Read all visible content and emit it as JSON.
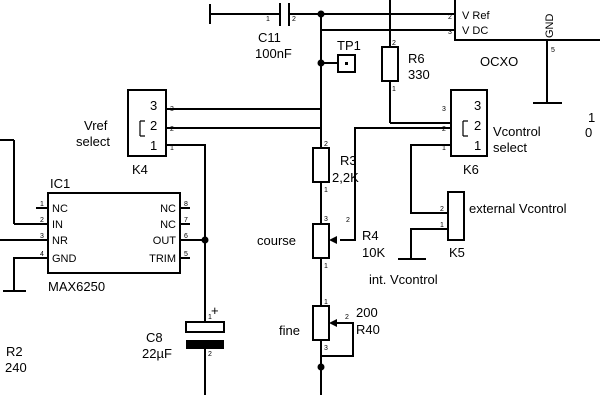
{
  "c11": {
    "ref": "C11",
    "value": "100nF",
    "pin1": "1",
    "pin2": "2"
  },
  "tp1": {
    "ref": "TP1"
  },
  "r6": {
    "ref": "R6",
    "value": "330",
    "pin1": "1",
    "pin2": "2"
  },
  "ocxo": {
    "ref": "OCXO",
    "pin_vref": "V Ref",
    "pin_vdc": "V DC",
    "pin_gnd": "GND",
    "pin2": "2",
    "pin3": "3",
    "pin5": "5"
  },
  "k4": {
    "ref": "K4",
    "label_line1": "Vref",
    "label_line2": "select",
    "pin1": "1",
    "pin2": "2",
    "pin3": "3"
  },
  "k6": {
    "ref": "K6",
    "label_line1": "Vcontrol",
    "label_line2": "select",
    "pin1": "1",
    "pin2": "2",
    "pin3": "3"
  },
  "ic1": {
    "ref": "IC1",
    "part": "MAX6250",
    "left_pins": [
      {
        "num": "1",
        "name": "NC"
      },
      {
        "num": "2",
        "name": "IN"
      },
      {
        "num": "3",
        "name": "NR"
      },
      {
        "num": "4",
        "name": "GND"
      }
    ],
    "right_pins": [
      {
        "num": "8",
        "name": "NC"
      },
      {
        "num": "7",
        "name": "NC"
      },
      {
        "num": "6",
        "name": "OUT"
      },
      {
        "num": "5",
        "name": "TRIM"
      }
    ]
  },
  "r3": {
    "ref": "R3",
    "value": "2,2K",
    "pin1": "1",
    "pin2": "2"
  },
  "r4": {
    "ref": "R4",
    "value": "10K",
    "label": "course",
    "pin1": "1",
    "pin2": "2",
    "pin3": "3"
  },
  "k5": {
    "ref": "K5",
    "label": "external Vcontrol",
    "pin1": "1",
    "pin2": "2"
  },
  "int_vcontrol": "int. Vcontrol",
  "c8": {
    "ref": "C8",
    "value": "22µF",
    "polarity": "+",
    "pin1": "1",
    "pin2": "2"
  },
  "r40": {
    "ref": "R40",
    "value": "200",
    "label": "fine",
    "pin1": "1",
    "pin2": "2",
    "pin3": "3"
  },
  "r2": {
    "ref": "R2",
    "value": "240"
  },
  "edge_partial": {
    "right_top": "1",
    "right_mid": "0"
  }
}
